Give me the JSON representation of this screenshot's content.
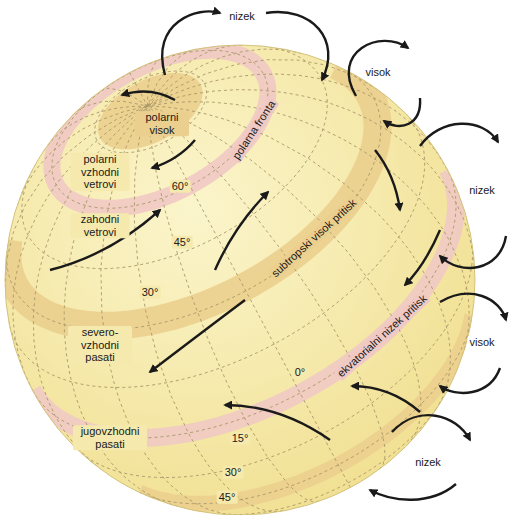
{
  "diagram": {
    "labels": [
      "nizek",
      "visok",
      "nizek",
      "visok",
      "nizek",
      "polarni visok",
      "polarni vzhodni vetrovi",
      "60°",
      "polarna fronta",
      "zahodni vetrovi",
      "45°",
      "30°",
      "subtropski visok pritisk",
      "severo-vzhodni pasati",
      "0°",
      "ekvatorialni nizek pritisk",
      "jugovzhodni pasati",
      "15°",
      "30°",
      "45°"
    ]
  }
}
